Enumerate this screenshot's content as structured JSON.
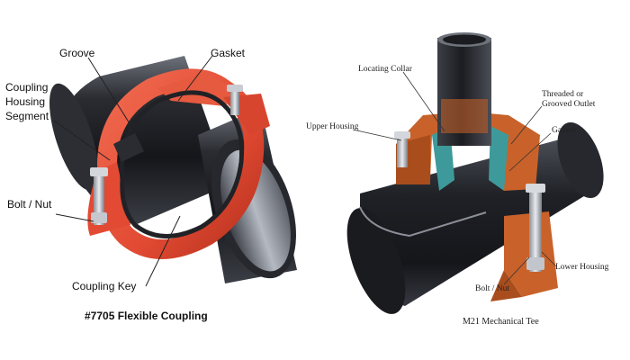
{
  "left_figure": {
    "caption": "#7705 Flexible Coupling",
    "labels": {
      "groove": "Groove",
      "gasket": "Gasket",
      "housing_line1": "Coupling",
      "housing_line2": "Housing",
      "housing_line3": "Segment",
      "bolt_nut": "Bolt / Nut",
      "coupling_key": "Coupling Key"
    }
  },
  "right_figure": {
    "caption": "M21 Mechanical Tee",
    "labels": {
      "locating_collar": "Locating Collar",
      "threaded_line1": "Threaded or",
      "threaded_line2": "Grooved Outlet",
      "upper_housing": "Upper Housing",
      "gasket": "Gasket",
      "lower_housing": "Lower Housing",
      "bolt_nut": "Bolt / Nut"
    }
  },
  "colors": {
    "housing": "#e8503a",
    "housing_dark": "#b8321f",
    "tee_housing": "#c8622a",
    "gasket_teal": "#3e9a9a",
    "pipe_dark": "#1c1d21",
    "pipe_mid": "#4a4d55",
    "pipe_light": "#9aa0aa"
  }
}
